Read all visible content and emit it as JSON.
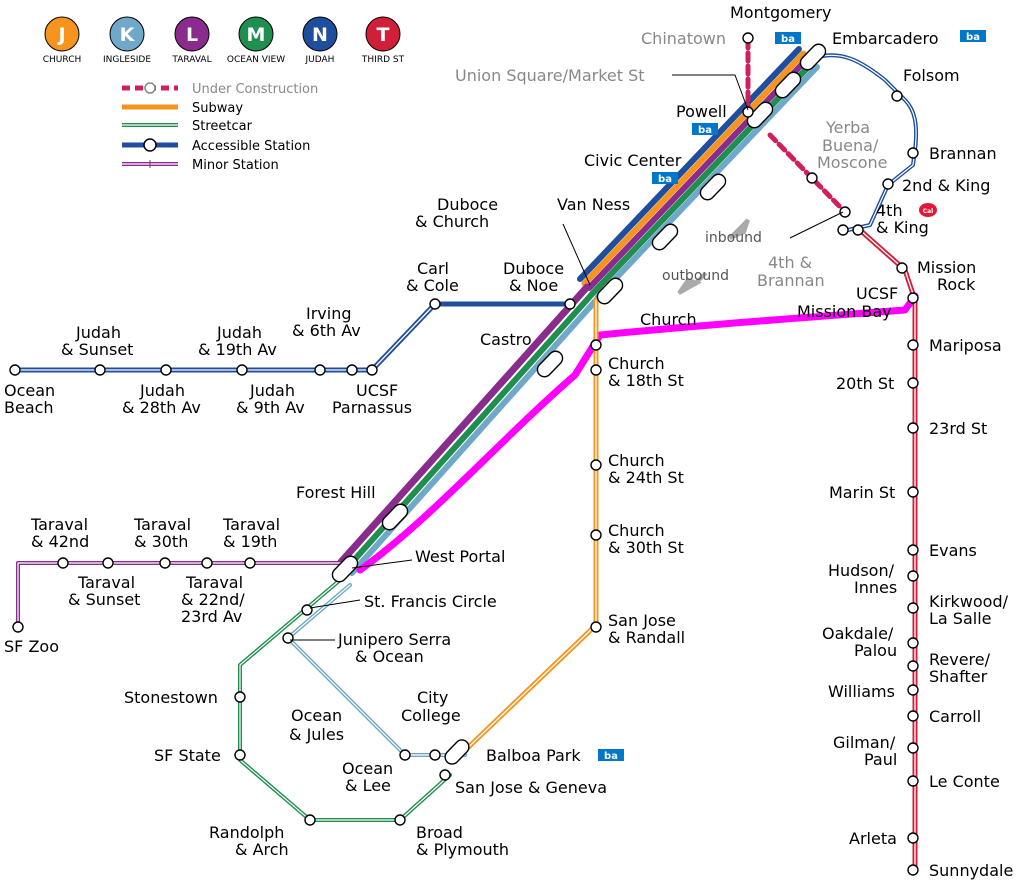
{
  "lines": [
    {
      "letter": "J",
      "name": "CHURCH",
      "color": "#f7941d"
    },
    {
      "letter": "K",
      "name": "INGLESIDE",
      "color": "#6fa8c8"
    },
    {
      "letter": "L",
      "name": "TARAVAL",
      "color": "#8a2c8e"
    },
    {
      "letter": "M",
      "name": "OCEAN VIEW",
      "color": "#1f8e4f"
    },
    {
      "letter": "N",
      "name": "JUDAH",
      "color": "#1f4e9e"
    },
    {
      "letter": "T",
      "name": "THIRD ST",
      "color": "#d11f3a"
    }
  ],
  "legend": {
    "under_construction": "Under Construction",
    "subway": "Subway",
    "streetcar": "Streetcar",
    "accessible": "Accessible Station",
    "minor": "Minor Station"
  },
  "directions": {
    "inbound": "inbound",
    "outbound": "outbound"
  },
  "bart_label": "ba",
  "caltrain_label": "Cal",
  "stations": {
    "montgomery": "Montgomery",
    "chinatown": "Chinatown",
    "embarcadero": "Embarcadero",
    "union_square": "Union Square/Market St",
    "folsom": "Folsom",
    "powell": "Powell",
    "yerba_1": "Yerba",
    "yerba_2": "Buena/",
    "yerba_3": "Moscone",
    "brannan": "Brannan",
    "civic_center": "Civic Center",
    "second_king": "2nd & King",
    "fourth_king_1": "4th",
    "fourth_king_2": "& King",
    "duboce_church_1": "Duboce",
    "duboce_church_2": "& Church",
    "van_ness": "Van Ness",
    "fourth_brannan_1": "4th &",
    "fourth_brannan_2": "Brannan",
    "mission_rock_1": "Mission",
    "mission_rock_2": "Rock",
    "carl_cole_1": "Carl",
    "carl_cole_2": "& Cole",
    "duboce_noe_1": "Duboce",
    "duboce_noe_2": "& Noe",
    "ucsf_mb_1": "UCSF",
    "ucsf_mb_2": "Mission Bay",
    "irving_1": "Irving",
    "irving_2": "& 6th Av",
    "church": "Church",
    "castro": "Castro",
    "judah_sunset_1": "Judah",
    "judah_sunset_2": "& Sunset",
    "judah_19_1": "Judah",
    "judah_19_2": "& 19th Av",
    "mariposa": "Mariposa",
    "church_18_1": "Church",
    "church_18_2": "& 18th St",
    "ocean_beach_1": "Ocean",
    "ocean_beach_2": "Beach",
    "judah_28_1": "Judah",
    "judah_28_2": "& 28th Av",
    "judah_9_1": "Judah",
    "judah_9_2": "& 9th Av",
    "ucsf_p_1": "UCSF",
    "ucsf_p_2": "Parnassus",
    "twentieth": "20th St",
    "twentythird": "23rd St",
    "church_24_1": "Church",
    "church_24_2": "& 24th St",
    "forest_hill": "Forest Hill",
    "marin": "Marin St",
    "taraval_42_1": "Taraval",
    "taraval_42_2": "& 42nd",
    "taraval_30_1": "Taraval",
    "taraval_30_2": "& 30th",
    "taraval_19_1": "Taraval",
    "taraval_19_2": "& 19th",
    "church_30_1": "Church",
    "church_30_2": "& 30th St",
    "west_portal": "West Portal",
    "evans": "Evans",
    "taraval_sunset_1": "Taraval",
    "taraval_sunset_2": "& Sunset",
    "taraval_22_1": "Taraval",
    "taraval_22_2": "& 22nd/",
    "taraval_22_3": "23rd Av",
    "hudson_1": "Hudson/",
    "hudson_2": "Innes",
    "kirkwood_1": "Kirkwood/",
    "kirkwood_2": "La Salle",
    "st_francis": "St. Francis Circle",
    "sf_zoo": "SF Zoo",
    "junipero_1": "Junipero Serra",
    "junipero_2": "& Ocean",
    "san_jose_randall_1": "San Jose",
    "san_jose_randall_2": "& Randall",
    "oakdale_1": "Oakdale/",
    "oakdale_2": "Palou",
    "revere_1": "Revere/",
    "revere_2": "Shafter",
    "stonestown": "Stonestown",
    "williams": "Williams",
    "ocean_jules_1": "Ocean",
    "ocean_jules_2": "& Jules",
    "city_college_1": "City",
    "city_college_2": "College",
    "carroll": "Carroll",
    "gilman_1": "Gilman/",
    "gilman_2": "Paul",
    "sf_state": "SF State",
    "balboa": "Balboa Park",
    "ocean_lee_1": "Ocean",
    "ocean_lee_2": "& Lee",
    "le_conte": "Le Conte",
    "san_jose_geneva": "San Jose & Geneva",
    "randolph_1": "Randolph",
    "randolph_2": "& Arch",
    "broad_1": "Broad",
    "broad_2": "& Plymouth",
    "arleta": "Arleta",
    "sunnydale": "Sunnydale"
  }
}
